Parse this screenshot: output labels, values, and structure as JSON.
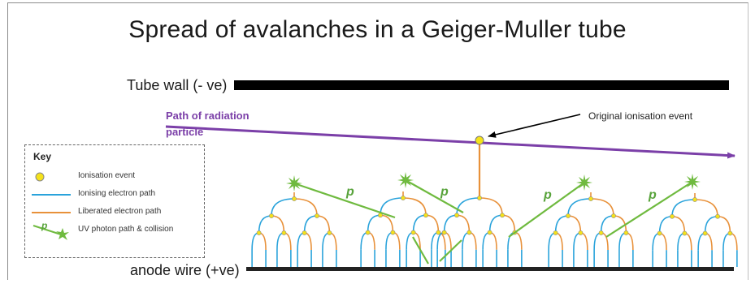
{
  "title": "Spread of avalanches in a Geiger-Muller  tube",
  "tube_wall_label": "Tube wall (- ve)",
  "anode_label": "anode wire  (+ve)",
  "radiation_path_label": "Path of radiation particle",
  "original_event_label": "Original ionisation event",
  "photon_label": "p",
  "key": {
    "title": "Key",
    "items": [
      {
        "icon": "yellow-circle",
        "label": "Ionisation event"
      },
      {
        "icon": "blue-line",
        "label": "Ionising electron path"
      },
      {
        "icon": "orange-line",
        "label": "Liberated electron path"
      },
      {
        "icon": "green-arrow-star",
        "label": "UV photon path & collision"
      }
    ]
  },
  "colors": {
    "radiation_path": "#7b3fa8",
    "ionising_electron": "#2aa3db",
    "liberated_electron": "#e8913a",
    "uv_photon": "#6fba3f",
    "ionisation_event": "#f5e21a",
    "tube_wall": "#000000"
  }
}
